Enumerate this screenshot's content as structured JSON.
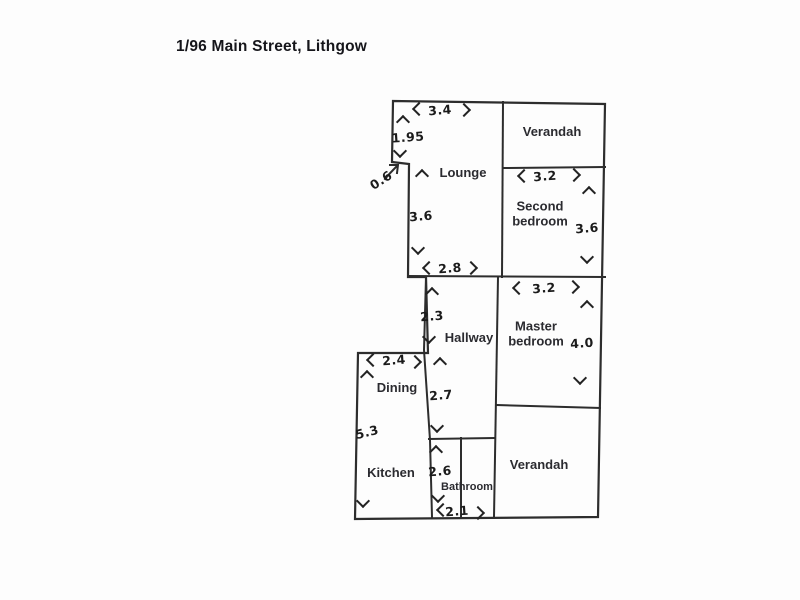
{
  "page": {
    "title": "1/96 Main Street, Lithgow"
  },
  "floorplan": {
    "rooms": [
      {
        "id": "verandah-top",
        "label": "Verandah"
      },
      {
        "id": "lounge",
        "label": "Lounge"
      },
      {
        "id": "second-bedroom",
        "label": "Second bedroom"
      },
      {
        "id": "master-bedroom",
        "label": "Master bedroom"
      },
      {
        "id": "hallway",
        "label": "Hallway"
      },
      {
        "id": "dining",
        "label": "Dining"
      },
      {
        "id": "kitchen",
        "label": "Kitchen"
      },
      {
        "id": "bathroom",
        "label": "Bathroom"
      },
      {
        "id": "verandah-bottom",
        "label": "Verandah"
      }
    ],
    "measurements": [
      {
        "wall": "lounge-top",
        "value": "3.4",
        "orientation": "horizontal"
      },
      {
        "wall": "lounge-left-upper",
        "value": "1.95",
        "orientation": "vertical"
      },
      {
        "wall": "entry-notch",
        "value": "0.6",
        "orientation": "diagonal"
      },
      {
        "wall": "lounge-left",
        "value": "3.6",
        "orientation": "vertical"
      },
      {
        "wall": "lounge-bottom",
        "value": "2.8",
        "orientation": "horizontal"
      },
      {
        "wall": "second-bedroom-top",
        "value": "3.2",
        "orientation": "horizontal"
      },
      {
        "wall": "second-bedroom-right",
        "value": "3.6",
        "orientation": "vertical"
      },
      {
        "wall": "master-bedroom-top",
        "value": "3.2",
        "orientation": "horizontal"
      },
      {
        "wall": "master-bedroom-right",
        "value": "4.0",
        "orientation": "vertical"
      },
      {
        "wall": "hallway-upper",
        "value": "2.3",
        "orientation": "vertical"
      },
      {
        "wall": "hallway-lower",
        "value": "2.7",
        "orientation": "vertical"
      },
      {
        "wall": "dining-top",
        "value": "2.4",
        "orientation": "horizontal"
      },
      {
        "wall": "dining-kitchen-left",
        "value": "5.3",
        "orientation": "vertical"
      },
      {
        "wall": "bathroom-left",
        "value": "2.6",
        "orientation": "vertical"
      },
      {
        "wall": "bathroom-bottom",
        "value": "2.1",
        "orientation": "horizontal"
      }
    ],
    "icons": {
      "chevron_up": "css-chevron",
      "chevron_down": "css-chevron",
      "chevron_left": "css-chevron",
      "chevron_right": "css-chevron",
      "arrow_ne": "svg-arrow"
    },
    "colors": {
      "wall": "#2d2d2d",
      "label": "#2b2b30",
      "title": "#15151a",
      "background": "#fdfdfd"
    }
  }
}
